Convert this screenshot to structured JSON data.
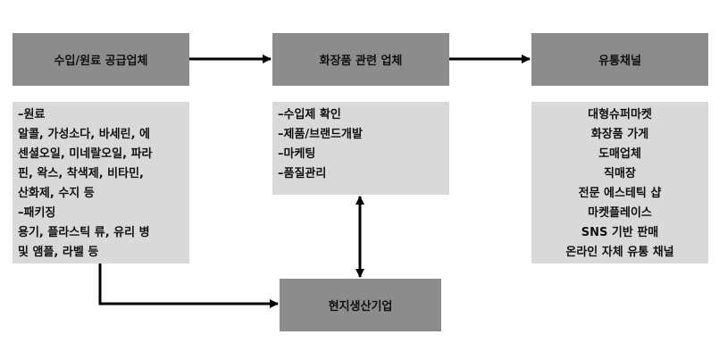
{
  "nodes": {
    "raw_supplier": {
      "title": "수입/원료 공급업체"
    },
    "cosmetics_company": {
      "title": "화장품 관련 업체"
    },
    "distribution": {
      "title": "유통채널"
    },
    "local_manufacturer": {
      "title": "현지생산기업"
    }
  },
  "details": {
    "raw_supplier": [
      "–원료",
      "알콜, 가성소다, 바세린, 에",
      "센셜오일, 미네랄오일, 파라",
      "핀, 왁스, 착색제, 비타민,",
      "산화제, 수지 등",
      "–패키징",
      "용기, 플라스틱 류, 유리 병",
      "및 앰플, 라벨 등"
    ],
    "cosmetics_company": [
      "–수입제 확인",
      "–제품/브랜드개발",
      "–마케팅",
      "–품질관리"
    ],
    "distribution": [
      "대형슈퍼마켓",
      "화장품 가게",
      "도매업체",
      "직매장",
      "전문 에스테틱 샵",
      "마켓플레이스",
      "SNS 기반 판매",
      "온라인 자체 유통 채널"
    ]
  },
  "colors": {
    "header_fill": "#8c8c8c",
    "content_fill": "#d9d9d9",
    "arrow": "#000000"
  }
}
